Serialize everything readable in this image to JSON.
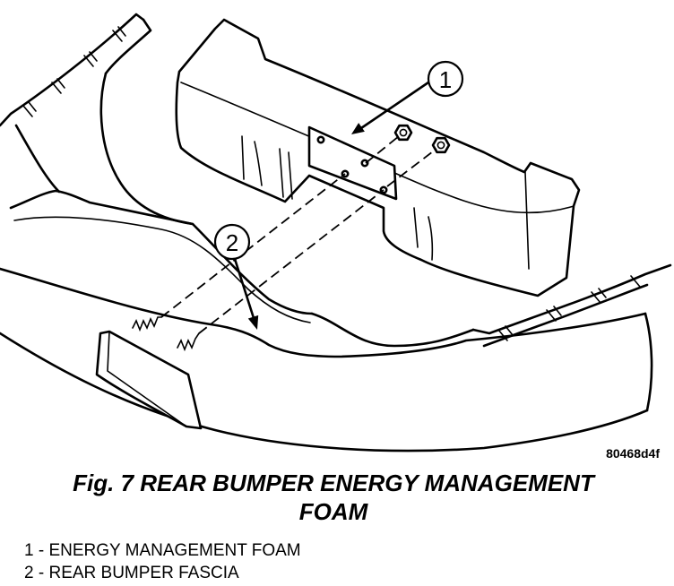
{
  "callouts": [
    {
      "number": "1"
    },
    {
      "number": "2"
    }
  ],
  "figure_code": "80468d4f",
  "caption": {
    "line1": "Fig. 7 REAR BUMPER ENERGY MANAGEMENT",
    "line2": "FOAM"
  },
  "legend": {
    "separator": " - ",
    "items": [
      {
        "number": "1",
        "label": "ENERGY MANAGEMENT FOAM"
      },
      {
        "number": "2",
        "label": "REAR BUMPER FASCIA"
      }
    ]
  }
}
